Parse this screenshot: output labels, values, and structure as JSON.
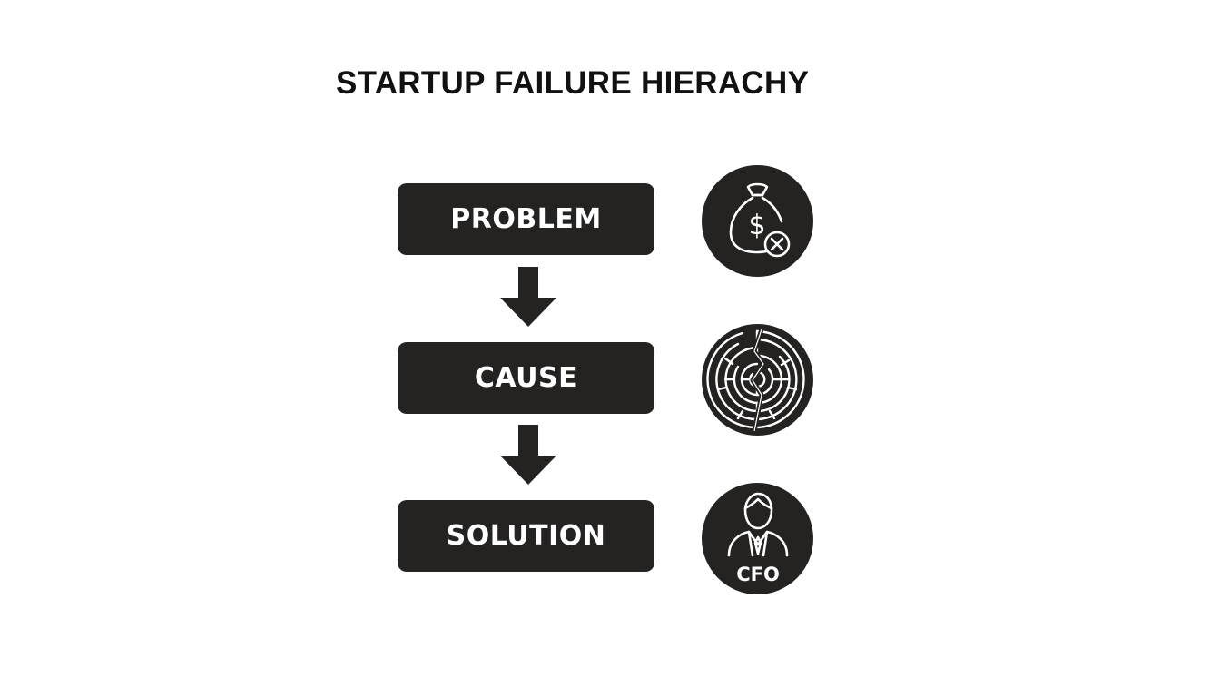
{
  "title": "STARTUP FAILURE HIERACHY",
  "steps": [
    {
      "label": "PROBLEM",
      "icon": "money-bag-x-icon"
    },
    {
      "label": "CAUSE",
      "icon": "broken-maze-icon"
    },
    {
      "label": "SOLUTION",
      "icon": "cfo-person-icon"
    }
  ],
  "icons": {
    "money_bag_symbol": "$",
    "person_badge": "CFO"
  },
  "colors": {
    "box": "#252322",
    "text_on_box": "#ffffff",
    "title": "#111111",
    "background": "#ffffff"
  }
}
